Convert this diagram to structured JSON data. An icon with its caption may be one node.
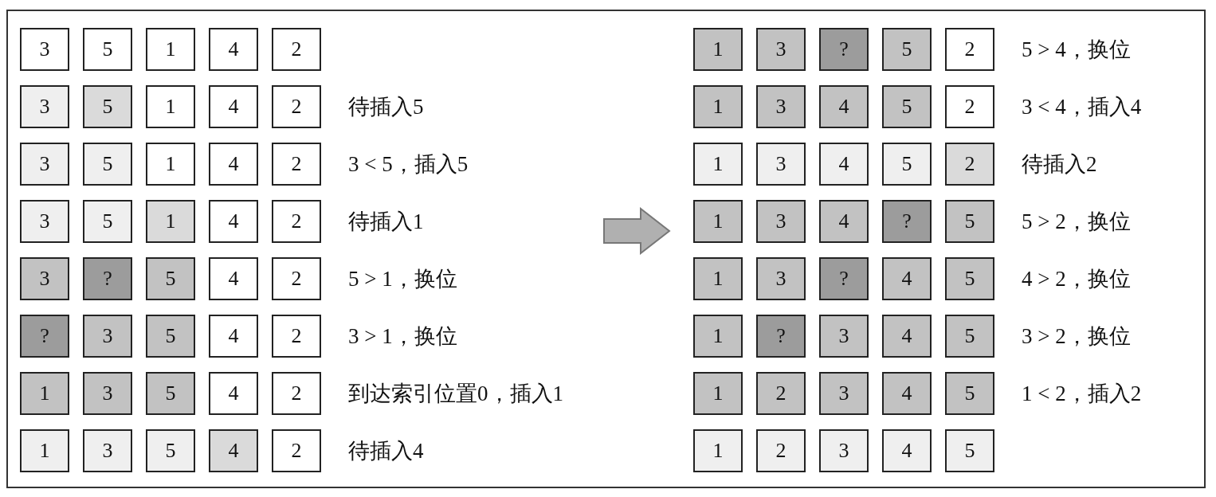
{
  "diagram": {
    "nodes": [
      {
        "text": [
          "3"
        ]
      },
      {
        "text": [
          "5"
        ]
      },
      {
        "text": [
          "1"
        ]
      },
      {
        "text": [
          "4"
        ]
      },
      {
        "text": [
          "2"
        ]
      },
      {
        "text": [
          "3"
        ]
      },
      {
        "text": [
          "5"
        ]
      },
      {
        "text": [
          "1"
        ]
      },
      {
        "text": [
          "4"
        ]
      },
      {
        "text": [
          "2"
        ]
      },
      {
        "text": [
          "3"
        ]
      },
      {
        "text": [
          "5"
        ]
      },
      {
        "text": [
          "1"
        ]
      },
      {
        "text": [
          "4"
        ]
      },
      {
        "text": [
          "2"
        ]
      },
      {
        "text": [
          "3"
        ]
      },
      {
        "text": [
          "5"
        ]
      },
      {
        "text": [
          "1"
        ]
      },
      {
        "text": [
          "4"
        ]
      },
      {
        "text": [
          "2"
        ]
      },
      {
        "text": [
          "3"
        ]
      },
      {
        "text": [
          "?"
        ]
      },
      {
        "text": [
          "5"
        ]
      },
      {
        "text": [
          "4"
        ]
      },
      {
        "text": [
          "2"
        ]
      },
      {
        "text": [
          "?"
        ]
      },
      {
        "text": [
          "3"
        ]
      },
      {
        "text": [
          "5"
        ]
      },
      {
        "text": [
          "4"
        ]
      },
      {
        "text": [
          "2"
        ]
      },
      {
        "text": [
          "1"
        ]
      },
      {
        "text": [
          "3"
        ]
      },
      {
        "text": [
          "5"
        ]
      },
      {
        "text": [
          "4"
        ]
      },
      {
        "text": [
          "2"
        ]
      },
      {
        "text": [
          "1"
        ]
      },
      {
        "text": [
          "3"
        ]
      },
      {
        "text": [
          "5"
        ]
      },
      {
        "text": [
          "4"
        ]
      },
      {
        "text": [
          "2"
        ]
      },
      {
        "text": [
          "1"
        ]
      },
      {
        "text": [
          "3"
        ]
      },
      {
        "text": [
          "?"
        ]
      },
      {
        "text": [
          "5"
        ]
      },
      {
        "text": [
          "2"
        ]
      },
      {
        "text": [
          "1"
        ]
      },
      {
        "text": [
          "3"
        ]
      },
      {
        "text": [
          "4"
        ]
      },
      {
        "text": [
          "5"
        ]
      },
      {
        "text": [
          "2"
        ]
      },
      {
        "text": [
          "1"
        ]
      },
      {
        "text": [
          "3"
        ]
      },
      {
        "text": [
          "4"
        ]
      },
      {
        "text": [
          "5"
        ]
      },
      {
        "text": [
          "2"
        ]
      },
      {
        "text": [
          "1"
        ]
      },
      {
        "text": [
          "3"
        ]
      },
      {
        "text": [
          "4"
        ]
      },
      {
        "text": [
          "?"
        ]
      },
      {
        "text": [
          "5"
        ]
      },
      {
        "text": [
          "1"
        ]
      },
      {
        "text": [
          "3"
        ]
      },
      {
        "text": [
          "?"
        ]
      },
      {
        "text": [
          "4"
        ]
      },
      {
        "text": [
          "5"
        ]
      },
      {
        "text": [
          "1"
        ]
      },
      {
        "text": [
          "?"
        ]
      },
      {
        "text": [
          "3"
        ]
      },
      {
        "text": [
          "4"
        ]
      },
      {
        "text": [
          "5"
        ]
      },
      {
        "text": [
          "1"
        ]
      },
      {
        "text": [
          "2"
        ]
      },
      {
        "text": [
          "3"
        ]
      },
      {
        "text": [
          "4"
        ]
      },
      {
        "text": [
          "5"
        ]
      },
      {
        "text": [
          "1"
        ]
      },
      {
        "text": [
          "2"
        ]
      },
      {
        "text": [
          "3"
        ]
      },
      {
        "text": [
          "4"
        ]
      },
      {
        "text": [
          "5"
        ]
      }
    ],
    "labels": [
      "待插入5",
      "3 < 5，插入5",
      "待插入1",
      "5 > 1，换位",
      "3 > 1，换位",
      "到达索引位置0，插入1",
      "待插入4",
      "5 > 4，换位",
      "3 < 4，插入4",
      "待插入2",
      "5 > 2，换位",
      "4 > 2，换位",
      "3 > 2，换位",
      "1 < 2，插入2"
    ]
  }
}
